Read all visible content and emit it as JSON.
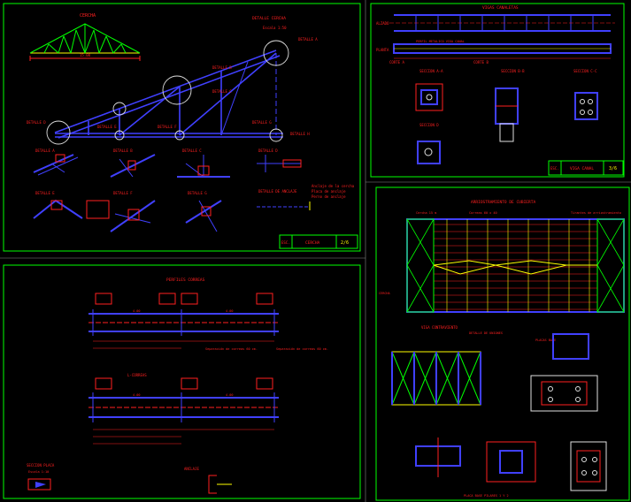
{
  "colors": {
    "background": "#000000",
    "frame": "#00ff00",
    "member": "#4040ff",
    "dimension": "#ff2020",
    "text": "#ff2020",
    "highlight": "#ffff00",
    "node": "#e0e0e0"
  },
  "sheet1": {
    "truss_title": "CERCHA",
    "detail_title": "DETALLE CERCHA",
    "scale": "Escala 1:50",
    "span_label": "15.00",
    "details": [
      "DETALLE A",
      "DETALLE B",
      "DETALLE C",
      "DETALLE D",
      "DETALLE E",
      "DETALLE F",
      "DETALLE G",
      "DETALLE H"
    ],
    "section_label": "DETALLE DE ANCLAJE",
    "callouts": [
      "Anclaje de la cercha",
      "Placa de anclaje",
      "Perno de anclaje"
    ],
    "title_block": {
      "code": "ESC.",
      "name": "CERCHA",
      "sheet": "2/6"
    }
  },
  "sheet2": {
    "title": "VIGAS CANALETAS",
    "row_labels": [
      "ALZADO",
      "PLANTA"
    ],
    "sections": [
      "CORTE A",
      "CORTE B",
      "SECCION A-A",
      "SECCION B-B",
      "SECCION C-C",
      "SECCION D"
    ],
    "title_block": {
      "code": "ESC.",
      "name": "VIGA CANAL",
      "sheet": "3/6"
    }
  },
  "sheet3": {
    "title": "PERFILES CORREAS",
    "dims": [
      "4.00",
      "4.00",
      "4.00",
      "4.00"
    ],
    "notes": [
      "Separación de correas 60 cm.",
      "Separación de correas 60 cm."
    ],
    "label_mid": "L-CORREAS",
    "section_plate": "SECCION PLACA",
    "section_detail": "ANCLAJE",
    "scale": "Escala 1:10"
  },
  "sheet4": {
    "title": "ARRIOSTRAMIENTO DE CUBIERTA",
    "labels": [
      "Cercha 15 m",
      "Correas 60 x 40",
      "Tirantes de arriostramiento"
    ],
    "bottom_left_title": "VIGA CONTRAVIENTO",
    "bottom_mid_title": "DETALLE DE UNIONES",
    "base_plate_title": "PLACAS BASE",
    "base_caption": "PLACA BASE PILARES 1 Y 2"
  }
}
